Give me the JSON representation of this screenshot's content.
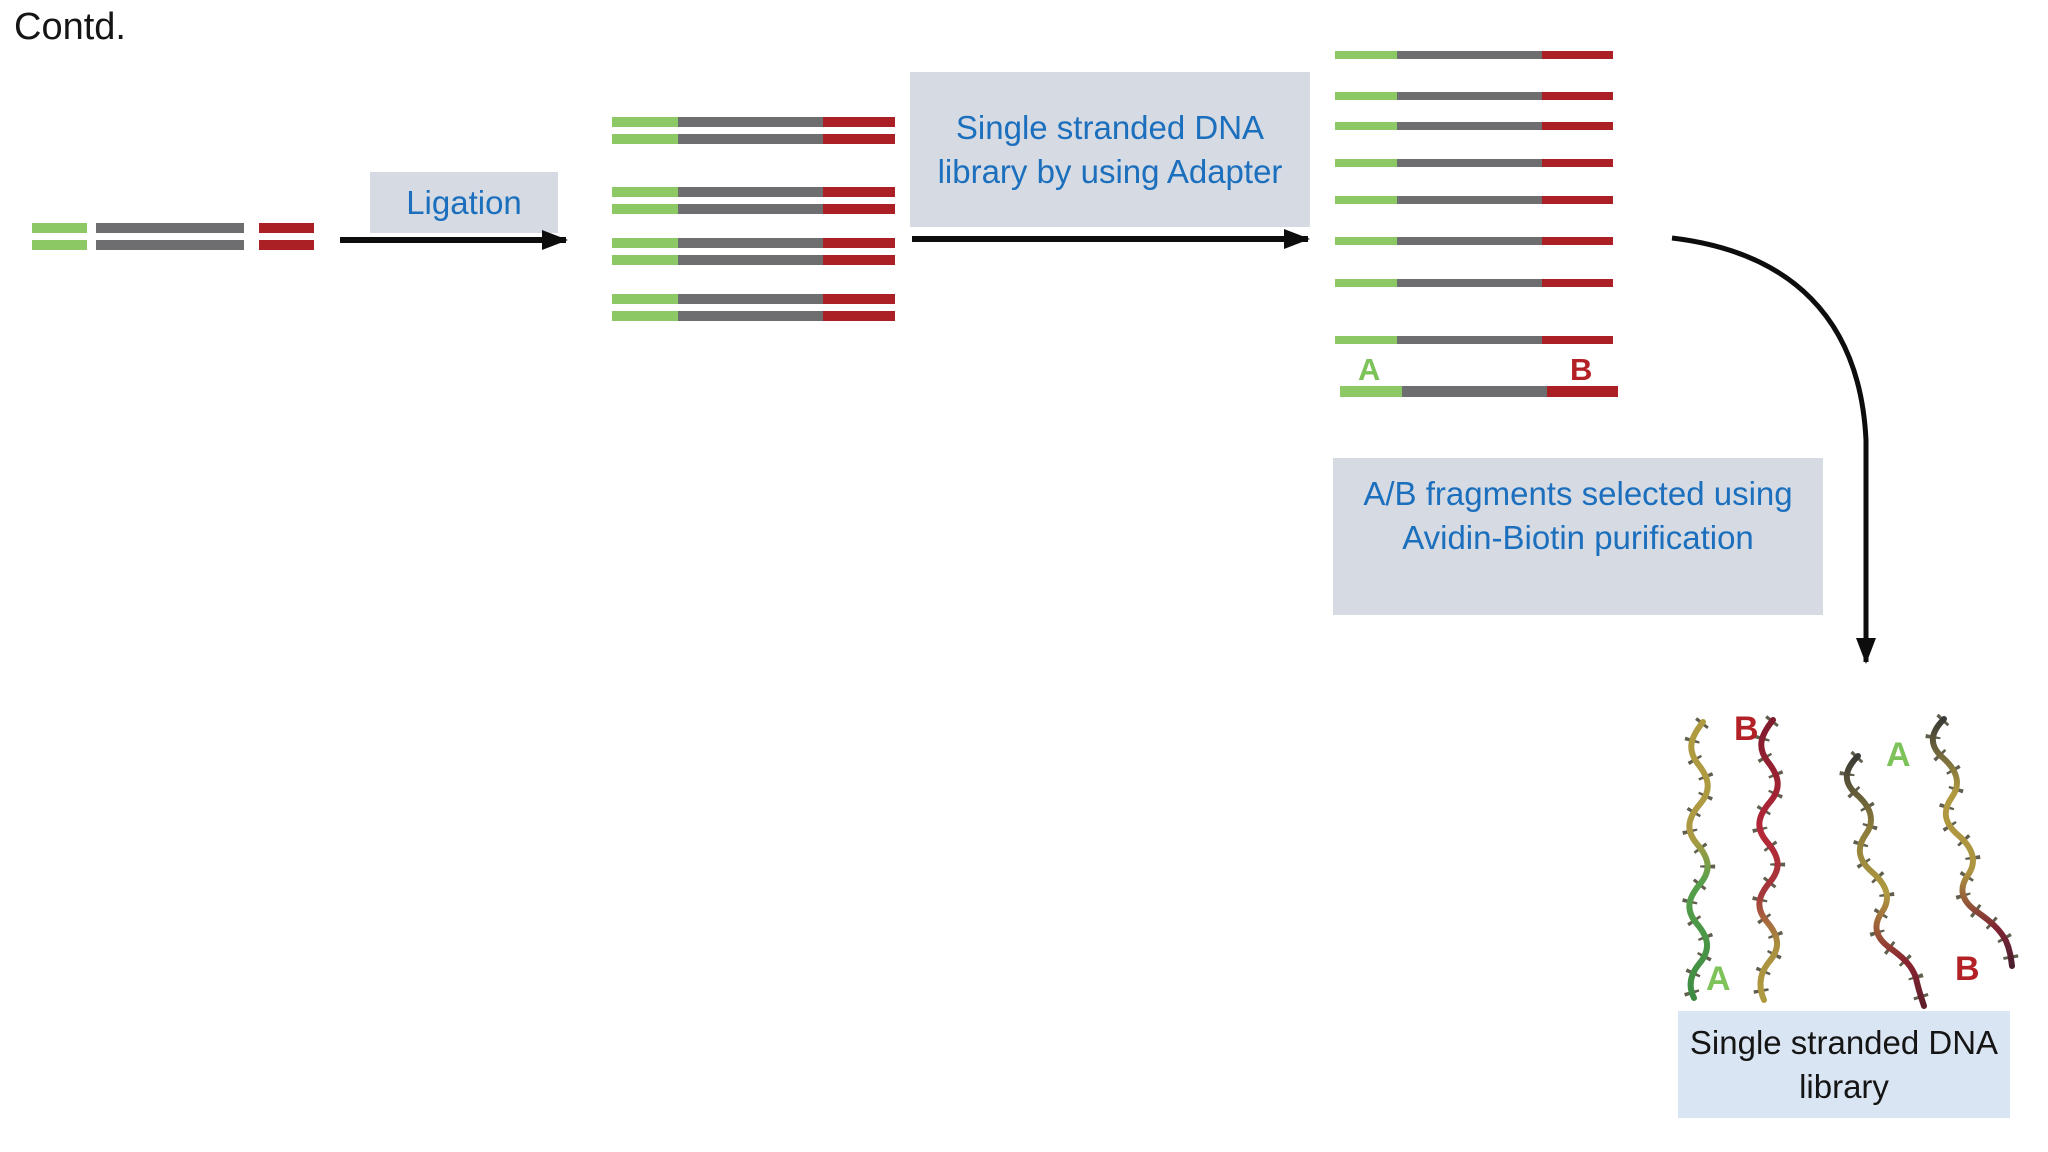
{
  "header": {
    "note": "Contd."
  },
  "labels": {
    "ligation": "Ligation",
    "adapter": "Single stranded DNA library by using Adapter",
    "ab_selection": "A/B fragments selected using Avidin-Biotin purification",
    "ss_library": "Single stranded DNA library"
  },
  "adapter_letters": {
    "a": "A",
    "b": "B"
  },
  "strand_letters": {
    "strand1_bottom": "A",
    "strand2_top": "B",
    "strand3_top": "A",
    "strand4_bottom": "B"
  },
  "diagram": {
    "source_fragment_strand_rows": 2,
    "ligated_fragment_count": 4,
    "single_strand_bar_count": 8,
    "selected_ab_fragment_count": 1,
    "strand_illustration_count": 4
  },
  "colors": {
    "green": "#8cc863",
    "gray": "#6e6e70",
    "red": "#aa2025",
    "blue-text": "#1b6fbd",
    "box-bg": "#d5dae3",
    "bottom-box-bg": "#d9e5f2",
    "black-text": "#151515",
    "label-a-green": "#7dc35a",
    "label-b-red": "#b32025",
    "arrow-black": "#0d0d0d"
  }
}
